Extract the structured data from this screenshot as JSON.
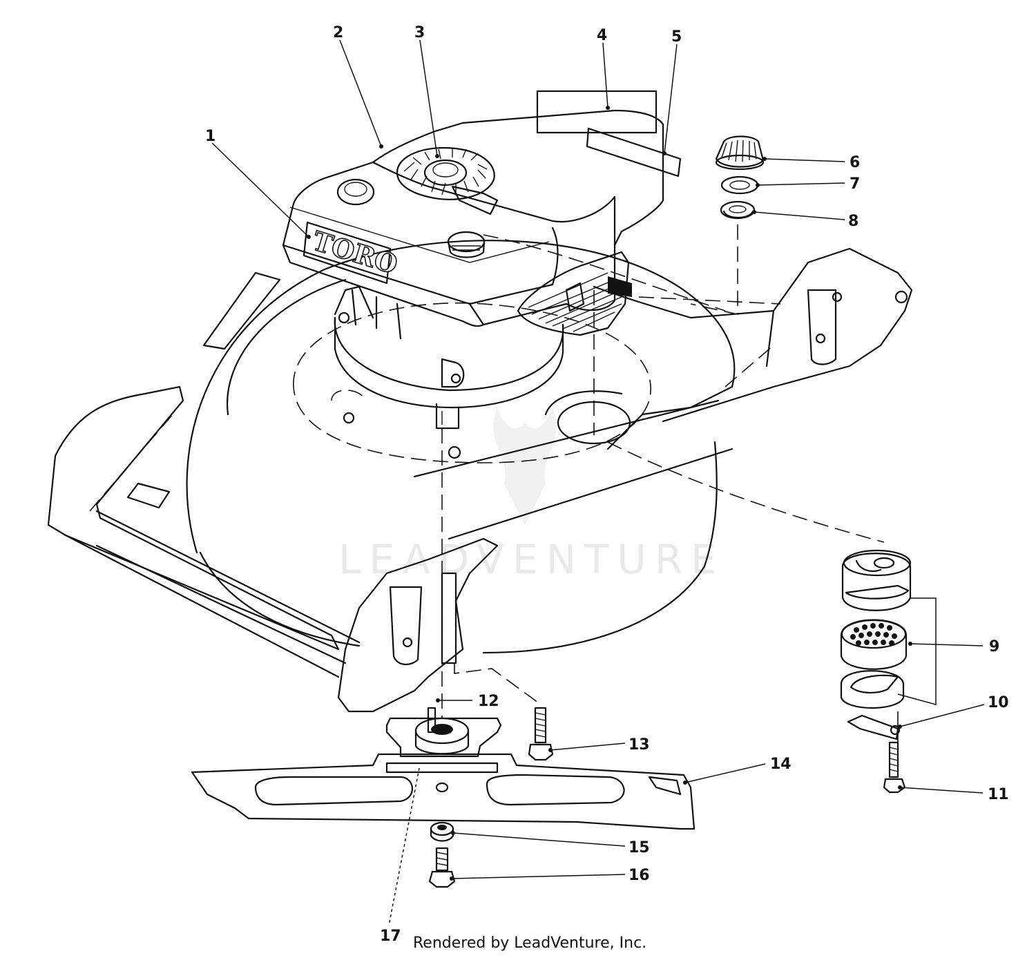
{
  "diagram": {
    "brand_label": "TORO",
    "callouts": [
      {
        "id": "c1",
        "label": "1"
      },
      {
        "id": "c2",
        "label": "2"
      },
      {
        "id": "c3",
        "label": "3"
      },
      {
        "id": "c4",
        "label": "4"
      },
      {
        "id": "c5",
        "label": "5"
      },
      {
        "id": "c6",
        "label": "6"
      },
      {
        "id": "c7",
        "label": "7"
      },
      {
        "id": "c8",
        "label": "8"
      },
      {
        "id": "c9",
        "label": "9"
      },
      {
        "id": "c10",
        "label": "10"
      },
      {
        "id": "c11",
        "label": "11"
      },
      {
        "id": "c12",
        "label": "12"
      },
      {
        "id": "c13",
        "label": "13"
      },
      {
        "id": "c14",
        "label": "14"
      },
      {
        "id": "c15",
        "label": "15"
      },
      {
        "id": "c16",
        "label": "16"
      },
      {
        "id": "c17",
        "label": "17"
      }
    ]
  },
  "watermark": {
    "text": "LEADVENTURE"
  },
  "footer": {
    "credit": "Rendered by LeadVenture, Inc."
  },
  "colors": {
    "ink": "#111111",
    "background": "#ffffff",
    "watermark": "#e9e9e9"
  }
}
